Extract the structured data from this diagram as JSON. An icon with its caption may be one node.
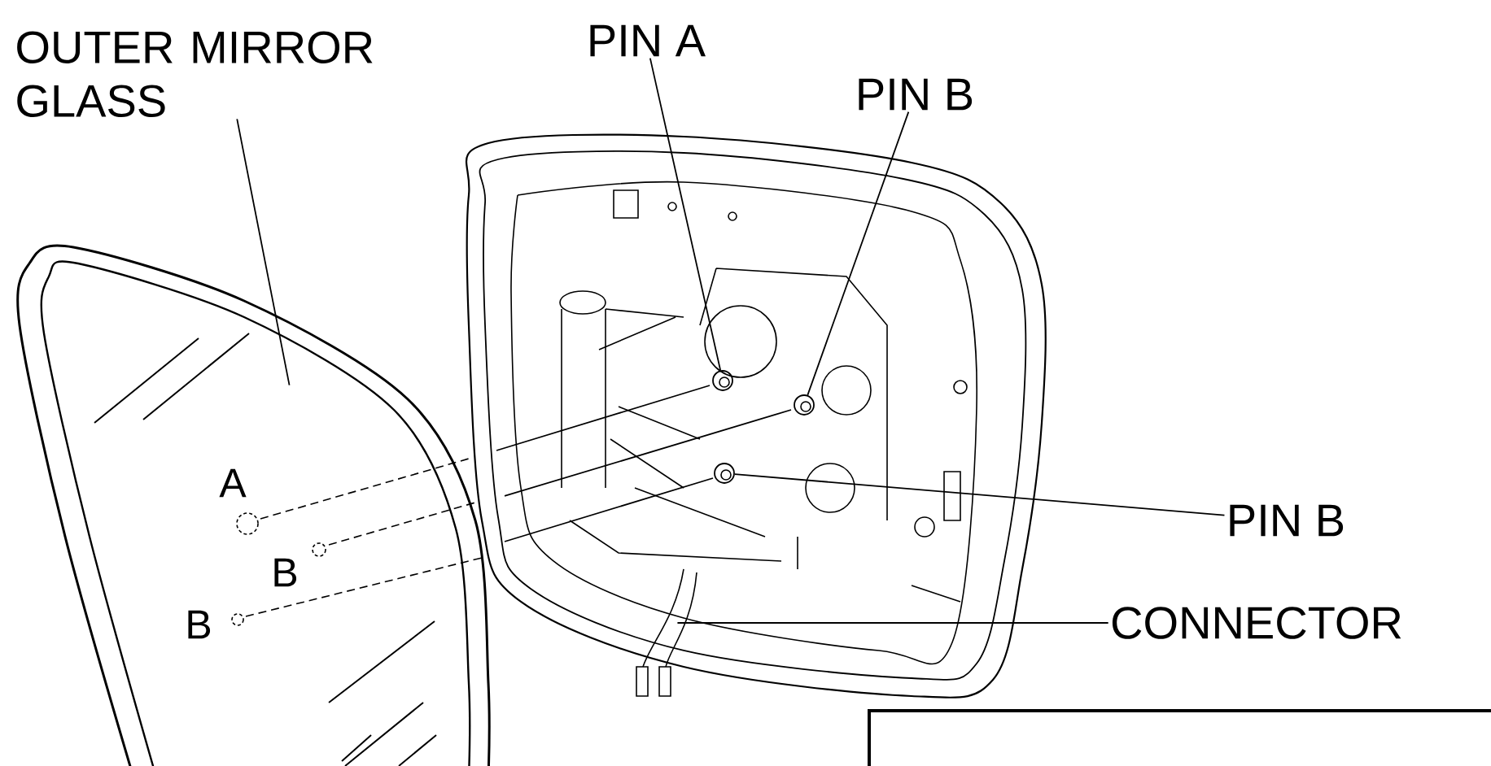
{
  "diagram": {
    "nodes": [
      {
        "text": [
          "OUTER MIRROR GLASS"
        ]
      },
      {
        "text": [],
        "shape": "picture"
      },
      {
        "text": [
          "PIN A"
        ]
      },
      {
        "text": [],
        "shape": "circle"
      },
      {
        "text": [
          "PIN B"
        ]
      },
      {
        "text": [],
        "shape": "circle"
      },
      {
        "text": [
          "PIN B"
        ]
      },
      {
        "text": [],
        "shape": "circle"
      },
      {
        "text": [
          "CONNECTOR"
        ]
      },
      {
        "text": [],
        "shape": "picture"
      }
    ],
    "edges": [
      {
        "from": 0,
        "to": 1,
        "arrow": "none"
      },
      {
        "from": 2,
        "to": 3,
        "arrow": "none"
      },
      {
        "from": 4,
        "to": 5,
        "arrow": "none"
      },
      {
        "from": 6,
        "to": 7,
        "arrow": "none"
      },
      {
        "from": 8,
        "to": 9,
        "arrow": "none"
      }
    ],
    "labels": [
      "A",
      "B",
      "B"
    ]
  }
}
